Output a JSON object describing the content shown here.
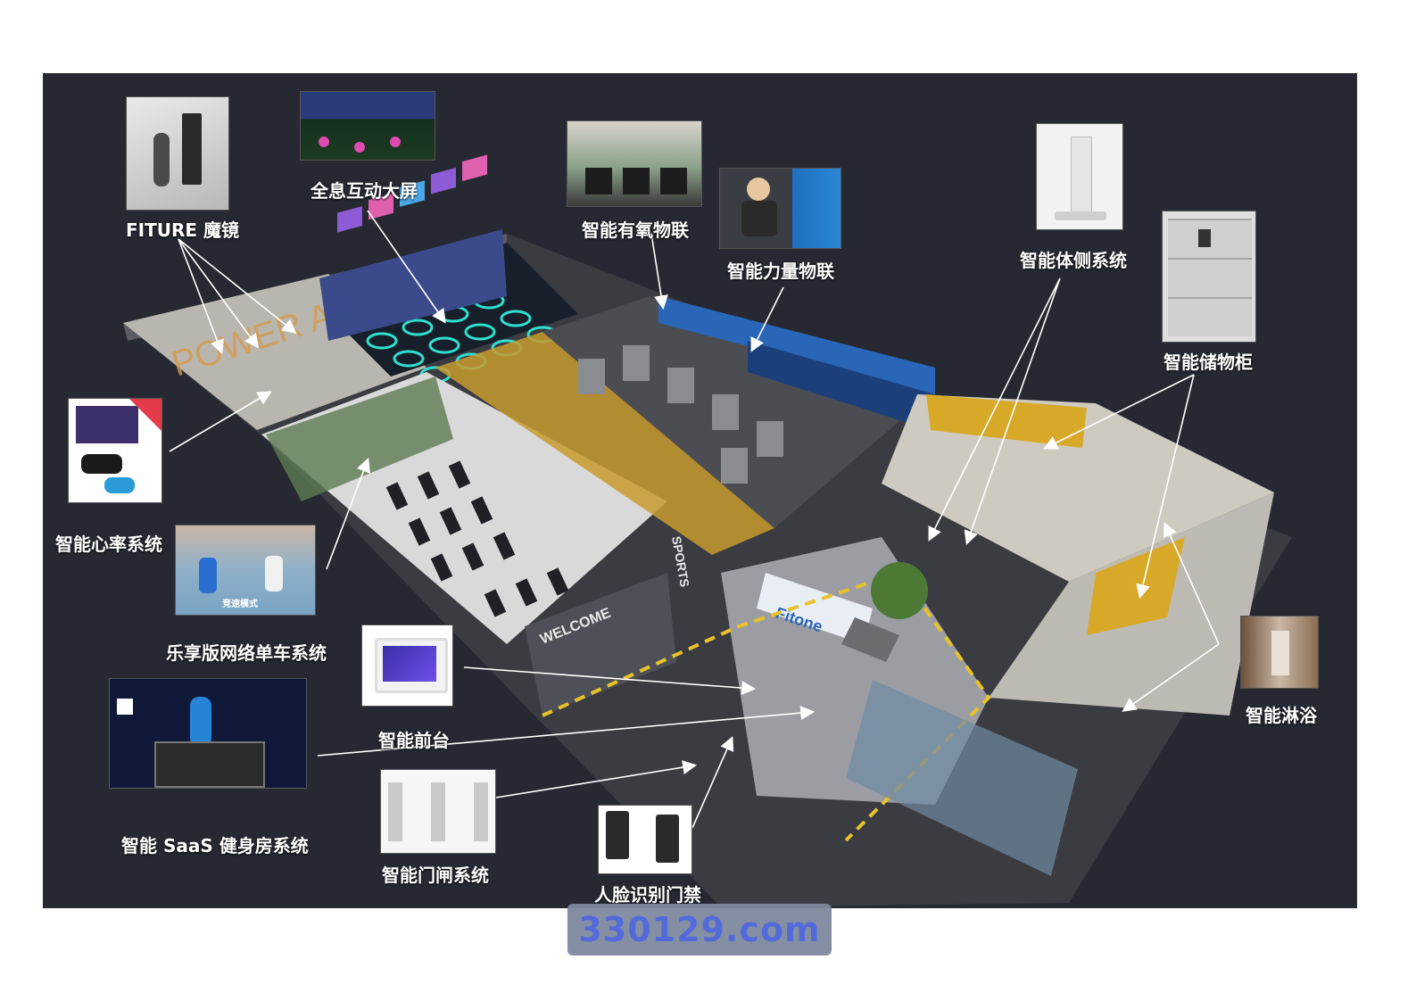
{
  "labels": {
    "fiture_mirror": "FITURE 魔镜",
    "holo_screen": "全息互动大屏",
    "cardio_iot": "智能有氧物联",
    "strength_iot": "智能力量物联",
    "body_measure": "智能体侧系统",
    "smart_locker": "智能储物柜",
    "heart_rate": "智能心率系统",
    "bike_system": "乐享版网络单车系统",
    "front_desk": "智能前台",
    "saas_system": "智能 SaaS 健身房系统",
    "gate_system": "智能门闸系统",
    "face_access": "人脸识别门禁",
    "smart_shower": "智能淋浴"
  },
  "scene_text": {
    "power_area": "POWER AREA",
    "welcome": "WELCOME",
    "brand": "Fitone",
    "sports": "SPORTS",
    "race_mode": "竞速模式"
  },
  "watermark": "330129.com",
  "colors": {
    "background": "#262932",
    "accent_yellow": "#f0b428",
    "neon_cyan": "#2ee0d0",
    "arrow": "#ffffff"
  }
}
